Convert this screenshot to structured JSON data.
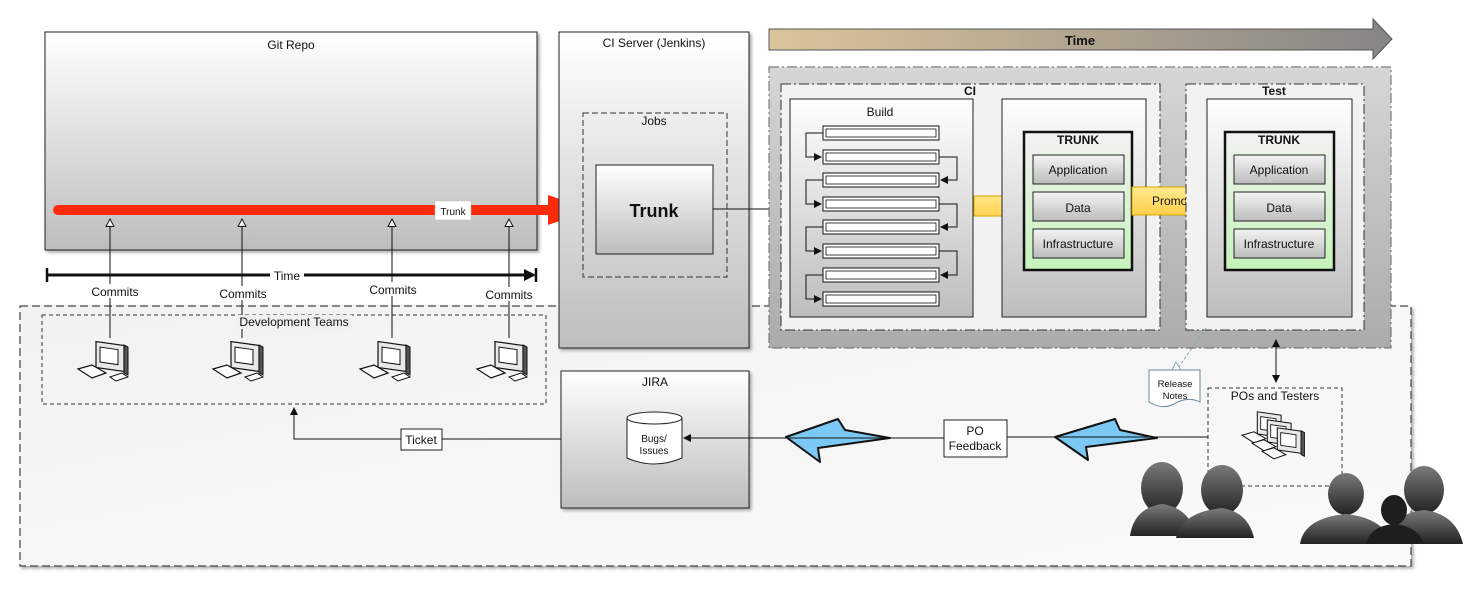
{
  "git_repo": {
    "title": "Git Repo",
    "trunk_label": "Trunk",
    "time_label": "Time",
    "commit_labels": [
      "Commits",
      "Commits",
      "Commits",
      "Commits"
    ]
  },
  "dev_teams": {
    "title": "Development Teams"
  },
  "ci_server": {
    "title": "CI Server (Jenkins)",
    "jobs_label": "Jobs",
    "trunk_job_label": "Trunk"
  },
  "timeline": {
    "label": "Time"
  },
  "ci_stage": {
    "title": "CI",
    "build_label": "Build",
    "trunk_title": "TRUNK",
    "components": [
      "Application",
      "Data",
      "Infrastructure"
    ]
  },
  "promoted_label": "Promoted",
  "test_stage": {
    "title": "Test",
    "trunk_title": "TRUNK",
    "components": [
      "Application",
      "Data",
      "Infrastructure"
    ]
  },
  "release_notes": {
    "line1": "Release",
    "line2": "Notes"
  },
  "pos_testers": {
    "title": "POs and Testers"
  },
  "jira": {
    "title": "JIRA",
    "db_line1": "Bugs/",
    "db_line2": "Issues"
  },
  "po_feedback": {
    "line1": "PO",
    "line2": "Feedback"
  },
  "ticket_label": "Ticket",
  "colors": {
    "trunk_arrow": "#ff2a0a",
    "promote_arrow": "#ffd54a",
    "feedback_arrow": "#7cc8f4",
    "trunk_box_fill": "#c9f2c0",
    "time_arrow_start": "#dcc49a",
    "time_arrow_end": "#8a8a8a"
  }
}
